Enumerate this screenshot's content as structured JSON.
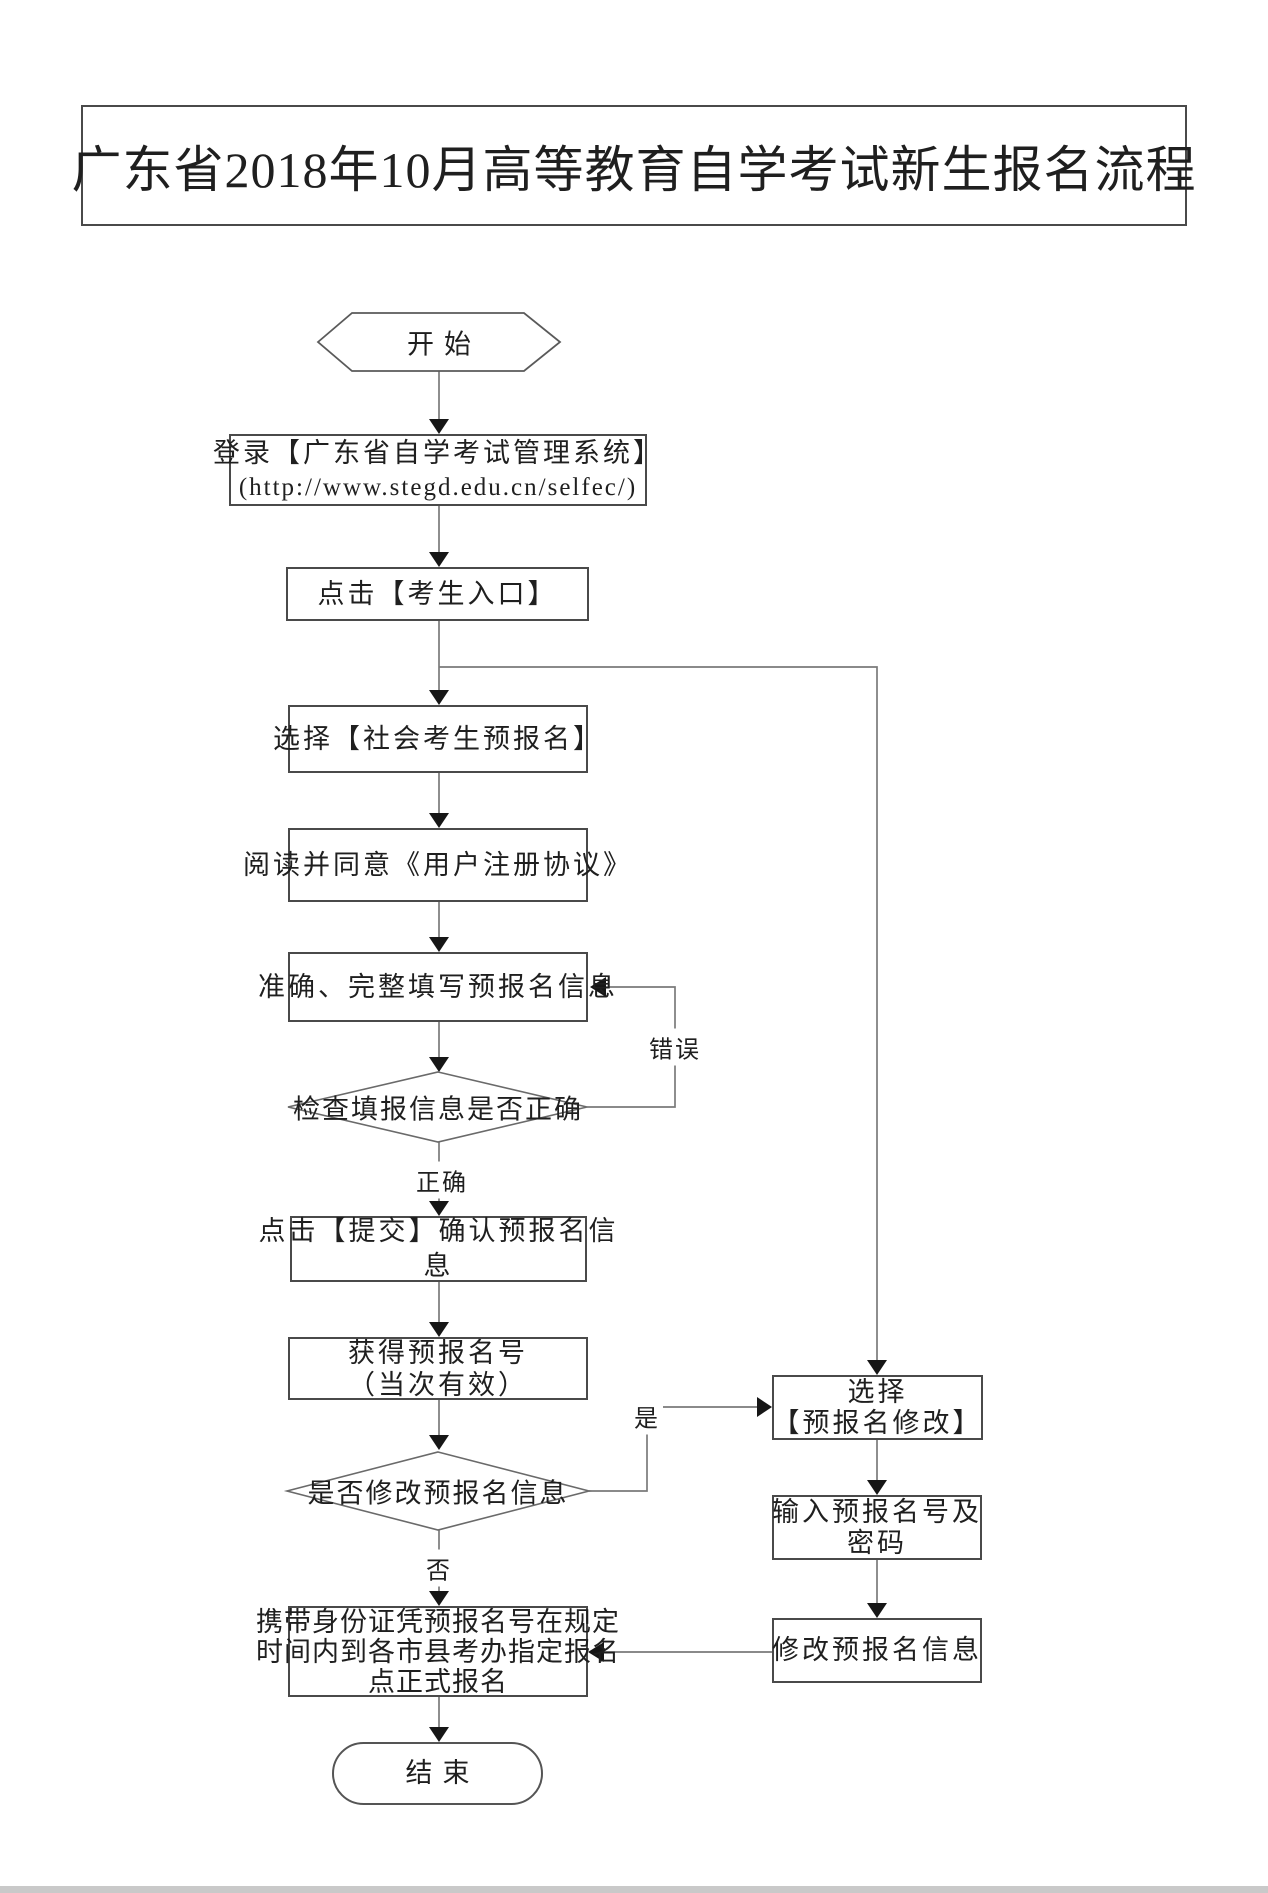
{
  "title": "广东省2018年10月高等教育自学考试新生报名流程",
  "nodes": {
    "start": "开始",
    "login_line1": "登录【广东省自学考试管理系统】",
    "login_line2": "(http://www.stegd.edu.cn/selfec/)",
    "candidate_entry": "点击【考生入口】",
    "select_prereg": "选择【社会考生预报名】",
    "agreement": "阅读并同意《用户注册协议》",
    "fill_info": "准确、完整填写预报名信息",
    "check_info": "检查填报信息是否正确",
    "submit_line1": "点击【提交】确认预报名信",
    "submit_line2": "息",
    "obtain_line1": "获得预报名号",
    "obtain_line2": "（当次有效）",
    "modify_decision": "是否修改预报名信息",
    "select_modify_line1": "选择",
    "select_modify_line2": "【预报名修改】",
    "input_line1": "输入预报名号及",
    "input_line2": "密码",
    "modify_info": "修改预报名信息",
    "onsite_line1": "携带身份证凭预报名号在规定",
    "onsite_line2": "时间内到各市县考办指定报名",
    "onsite_line3": "点正式报名",
    "end": "结束"
  },
  "edge_labels": {
    "correct": "正确",
    "error": "错误",
    "yes": "是",
    "no": "否"
  },
  "colors": {
    "box_border": "#4a4a4a",
    "connector": "#7a7a7a",
    "shape_stroke": "#5a5a5a",
    "arrowhead": "#161616",
    "text": "#1f1f1f",
    "bottom_bar": "#c9c9c9"
  }
}
